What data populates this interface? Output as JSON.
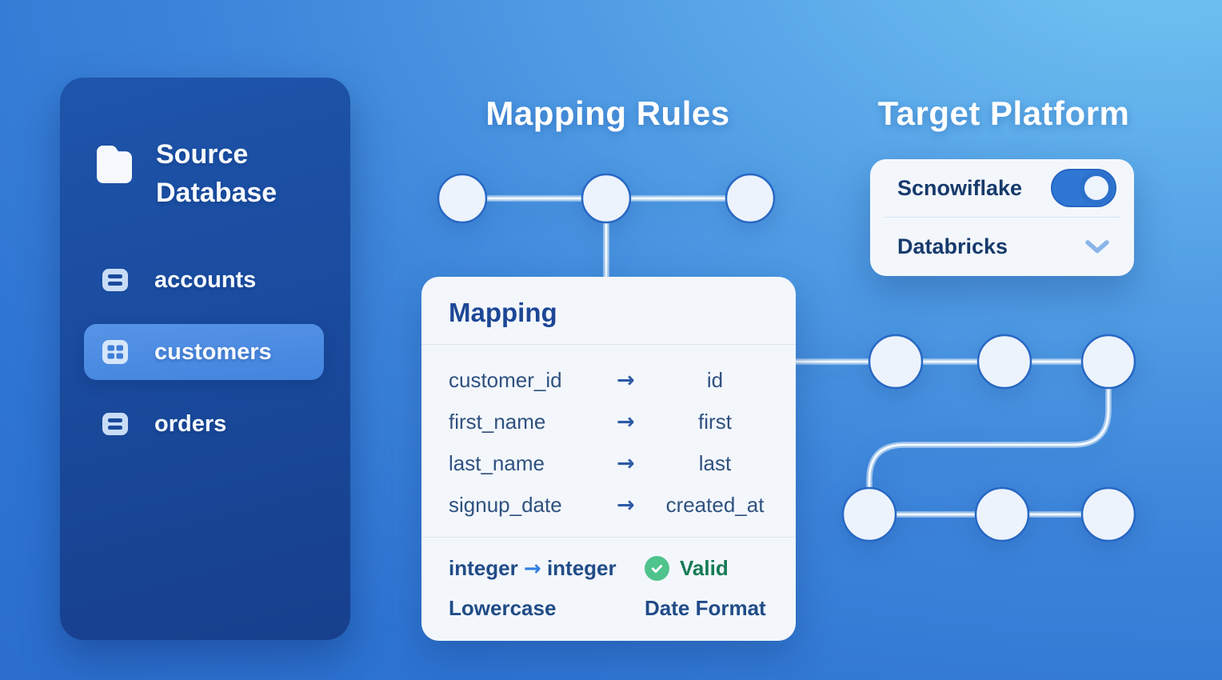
{
  "headings": {
    "mapping_rules": "Mapping Rules",
    "target_platform": "Target Platform"
  },
  "sidebar": {
    "title": "Source Database",
    "items": [
      {
        "label": "accounts",
        "icon": "table-list-icon",
        "active": false
      },
      {
        "label": "customers",
        "icon": "table-grid-icon",
        "active": true
      },
      {
        "label": "orders",
        "icon": "table-list-icon",
        "active": false
      }
    ]
  },
  "mapping_card": {
    "title": "Mapping",
    "arrow": "→",
    "rows": [
      {
        "source": "customer_id",
        "target": "id"
      },
      {
        "source": "first_name",
        "target": "first"
      },
      {
        "source": "last_name",
        "target": "last"
      },
      {
        "source": "signup_date",
        "target": "created_at"
      }
    ],
    "footer": {
      "type_from": "integer",
      "arrow": "→",
      "type_to": "integer",
      "status": "Valid",
      "status_icon": "check-circle-icon",
      "rule_left": "Lowercase",
      "rule_right": "Date Format"
    }
  },
  "target_card": {
    "options": [
      {
        "label": "Scnowiflake",
        "control": "toggle",
        "state": "on"
      },
      {
        "label": "Databricks",
        "control": "chevron-down",
        "state": "collapsed"
      }
    ]
  },
  "colors": {
    "accent_blue": "#2e77d3",
    "sidebar_bg": "#1a4b9e",
    "active_item_bg": "#4384de",
    "card_bg": "#f3f7fc",
    "valid_green_text": "#157a54",
    "check_badge_green": "#4fc38c",
    "node_stroke": "#2767c4"
  }
}
